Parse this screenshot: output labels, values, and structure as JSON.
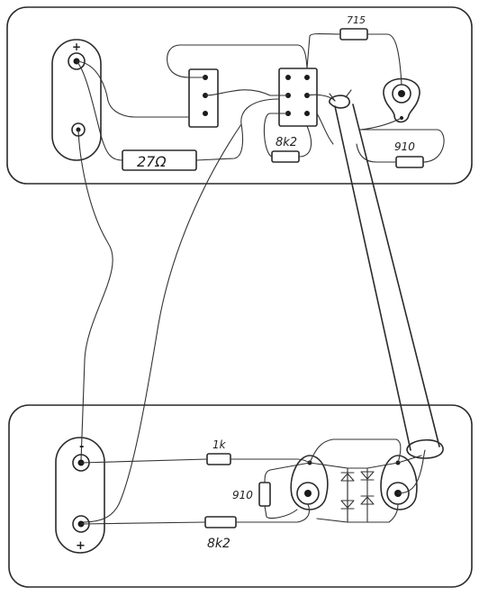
{
  "labels": {
    "r_top_right": "715",
    "r_top_left": "27Ω",
    "r_top_mid": "8k2",
    "r_top_far": "910",
    "r_bot_top": "1k",
    "r_bot_left": "910",
    "r_bot_bottom": "8k2"
  },
  "polarity": {
    "top_plus": "+",
    "bottom_minus": "-",
    "bottom_plus": "+"
  }
}
